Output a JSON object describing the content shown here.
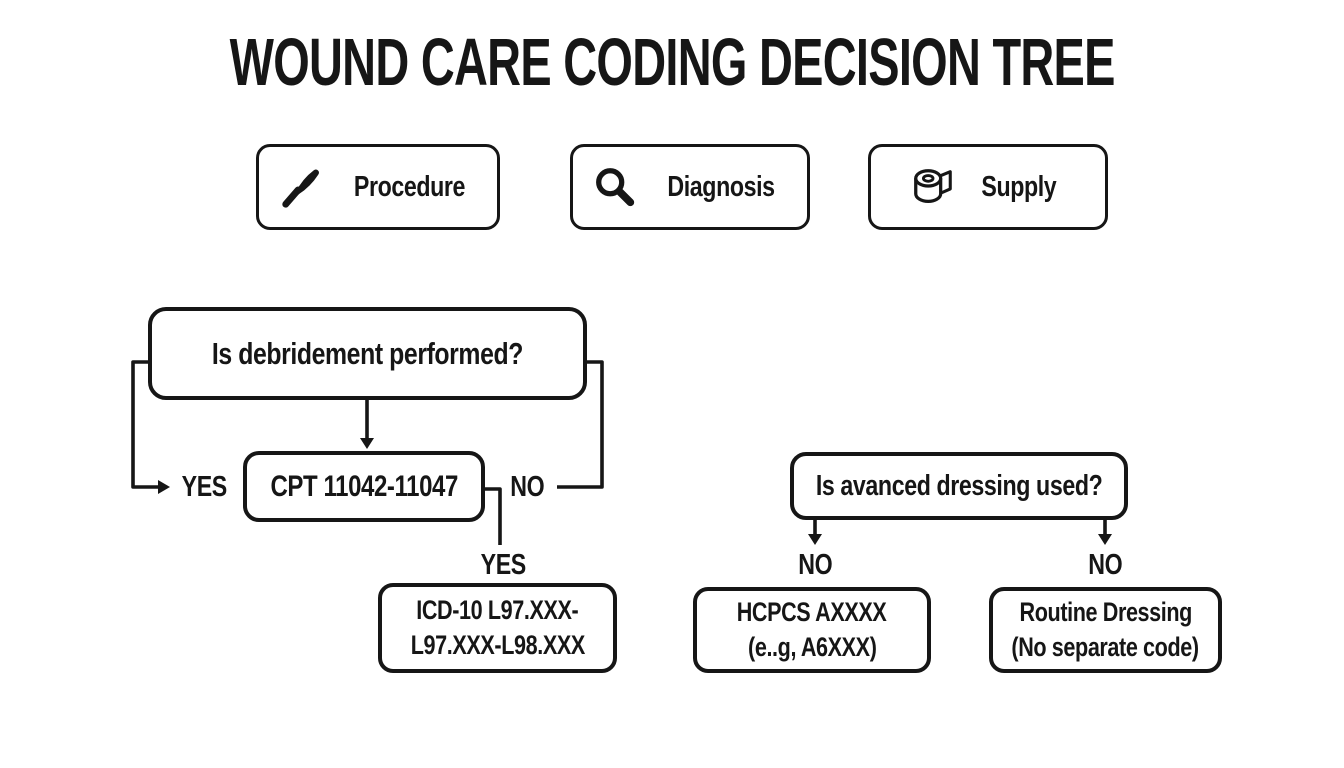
{
  "title": "WOUND CARE CODING DECISION TREE",
  "legend": {
    "items": [
      {
        "icon": "scalpel-icon",
        "label": "Procedure"
      },
      {
        "icon": "magnifier-icon",
        "label": "Diagnosis"
      },
      {
        "icon": "tape-roll-icon",
        "label": "Supply"
      }
    ]
  },
  "tree": {
    "debridement_question": "Is debridement performed?",
    "cpt_result": "CPT 11042-11047",
    "icd_result_line1": "ICD-10 L97.XXX-",
    "icd_result_line2": "L97.XXX-L98.XXX",
    "dressing_question": "Is avanced dressing used?",
    "hcpcs_line1": "HCPCS AXXXX",
    "hcpcs_line2": "(e..g, A6XXX)",
    "routine_line1": "Routine Dressing",
    "routine_line2": "(No separate code)",
    "labels": {
      "debridement_yes": "YES",
      "debridement_no": "NO",
      "cpt_to_icd": "YES",
      "dressing_no_left": "NO",
      "dressing_no_right": "NO"
    }
  },
  "colors": {
    "ink": "#161616",
    "background": "#ffffff"
  }
}
